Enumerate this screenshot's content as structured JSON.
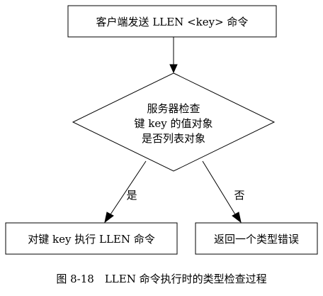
{
  "nodes": {
    "start": {
      "label": "客户端发送 LLEN <key> 命令"
    },
    "decision": {
      "lines": [
        "服务器检查",
        "键 key 的值对象",
        "是否列表对象"
      ]
    },
    "yes_node": {
      "label": "对键 key 执行 LLEN 命令"
    },
    "no_node": {
      "label": "返回一个类型错误"
    }
  },
  "edges": {
    "yes_label": "是",
    "no_label": "否"
  },
  "caption": "图 8-18　LLEN 命令执行时的类型检查过程"
}
